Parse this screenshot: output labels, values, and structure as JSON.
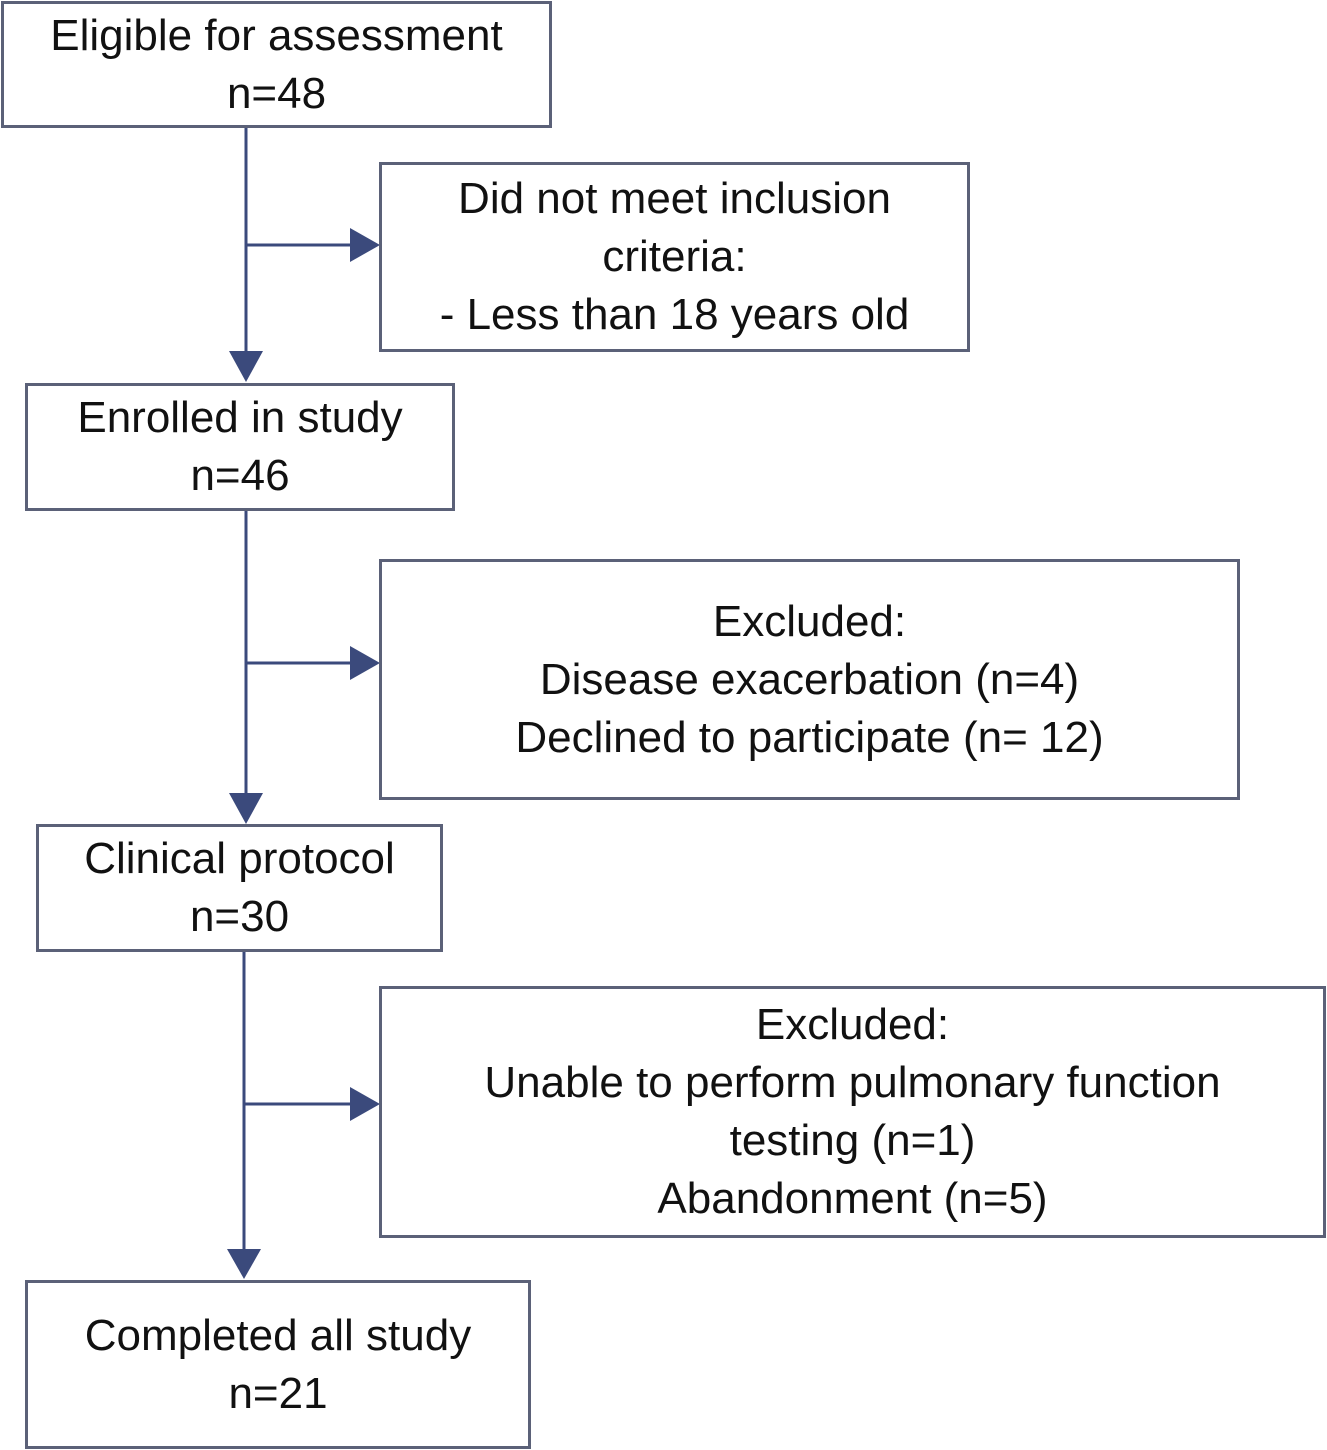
{
  "colors": {
    "stroke": "#5b6178",
    "arrow": "#3b4a7c",
    "text": "#111111",
    "background": "#ffffff"
  },
  "boxes": {
    "eligible": {
      "lines": [
        "Eligible for assessment",
        "n=48"
      ]
    },
    "inclusion": {
      "lines": [
        "Did not meet inclusion",
        "criteria:",
        "- Less than 18 years old"
      ]
    },
    "enrolled": {
      "lines": [
        "Enrolled in study",
        "n=46"
      ]
    },
    "excluded_1": {
      "lines": [
        "Excluded:",
        "Disease exacerbation (n=4)",
        "Declined to participate (n= 12)"
      ]
    },
    "protocol": {
      "lines": [
        "Clinical protocol",
        "n=30"
      ]
    },
    "excluded_2": {
      "lines": [
        "Excluded:",
        "Unable to perform pulmonary function",
        "testing (n=1)",
        "Abandonment (n=5)"
      ]
    },
    "completed": {
      "lines": [
        "Completed all study",
        "n=21"
      ]
    }
  }
}
